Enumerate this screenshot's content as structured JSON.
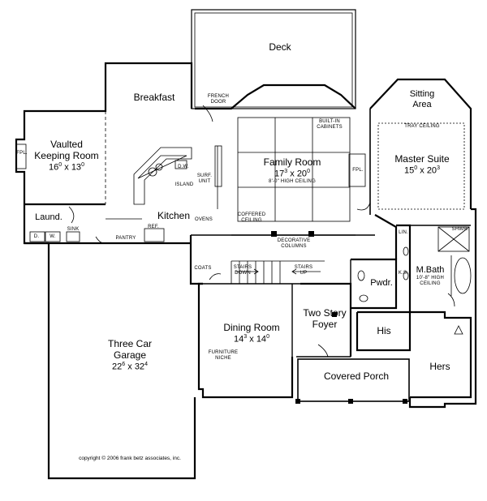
{
  "rooms": {
    "deck": "Deck",
    "breakfast": "Breakfast",
    "sitting_area": [
      "Sitting",
      "Area"
    ],
    "vaulted_keeping_room": [
      "Vaulted",
      "Keeping Room"
    ],
    "keeping_dim": {
      "a": "16",
      "a_sup": "0",
      "x": " x ",
      "b": "13",
      "b_sup": "0"
    },
    "family_room": "Family Room",
    "family_dim": {
      "a": "17",
      "a_sup": "3",
      "x": " x ",
      "b": "20",
      "b_sup": "0"
    },
    "family_ceiling": "8'-0\" HIGH CEILING",
    "master_suite": "Master Suite",
    "master_dim": {
      "a": "15",
      "a_sup": "0",
      "x": " x ",
      "b": "20",
      "b_sup": "3"
    },
    "kitchen": "Kitchen",
    "laund": "Laund.",
    "mbath": "M.Bath",
    "mbath_ceiling": [
      "10'-8\" HIGH",
      "CEILING"
    ],
    "pwdr": "Pwdr.",
    "dining_room": "Dining Room",
    "dining_dim": {
      "a": "14",
      "a_sup": "3",
      "x": " x ",
      "b": "14",
      "b_sup": "0"
    },
    "two_story_foyer": [
      "Two Story",
      "Foyer"
    ],
    "his": "His",
    "hers": "Hers",
    "covered_porch": "Covered Porch",
    "three_car_garage": [
      "Three Car",
      "Garage"
    ],
    "garage_dim": {
      "a": "22",
      "a_sup": "6",
      "x": " x ",
      "b": "32",
      "b_sup": "4"
    }
  },
  "notes": {
    "french_door": [
      "FRENCH",
      "DOOR"
    ],
    "built_in_cabinets": [
      "BUILT-IN",
      "CABINETS"
    ],
    "tray_ceiling": "TRAY CEILING",
    "fpl_left": "FPL.",
    "fpl_right": "FPL.",
    "dw": "D.W.",
    "surf_unit": [
      "SURF.",
      "UNIT"
    ],
    "island": "ISLAND",
    "ovens": "OVENS",
    "coffered_ceiling": [
      "COFFERED",
      "CEILING"
    ],
    "decorative_columns": [
      "DECORATIVE",
      "COLUMNS"
    ],
    "lin": "LIN.",
    "shwr": "SHWR.",
    "ks": "K.S.",
    "d": "D.",
    "w": "W.",
    "sink": "SINK",
    "pantry": "PANTRY",
    "ref": "REF.",
    "coats": "COATS",
    "stairs_down": [
      "STAIRS",
      "DOWN"
    ],
    "stairs_up": [
      "STAIRS",
      "UP"
    ],
    "furniture_niche": [
      "FURNITURE",
      "NICHE"
    ]
  },
  "copyright": "copyright  ©  2006 frank betz associates, inc."
}
